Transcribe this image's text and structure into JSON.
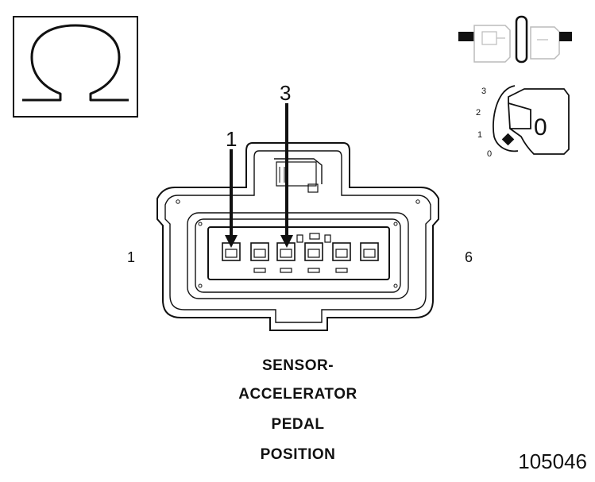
{
  "ohm_symbol": {
    "icon": "ohm-omega-icon"
  },
  "connector_icon": {
    "icon": "connector-disconnected-icon"
  },
  "ignition_switch": {
    "icon": "ignition-key-switch-icon",
    "positions": [
      "3",
      "2",
      "1",
      "0"
    ],
    "key_label": "0"
  },
  "connector": {
    "icon": "sensor-connector-face-icon",
    "pin_left_label": "1",
    "pin_right_label": "6",
    "callout_1": "1",
    "callout_3": "3"
  },
  "caption": {
    "line1": "SENSOR-",
    "line2": "ACCELERATOR",
    "line3": "PEDAL",
    "line4": "POSITION"
  },
  "figure_number": "105046"
}
